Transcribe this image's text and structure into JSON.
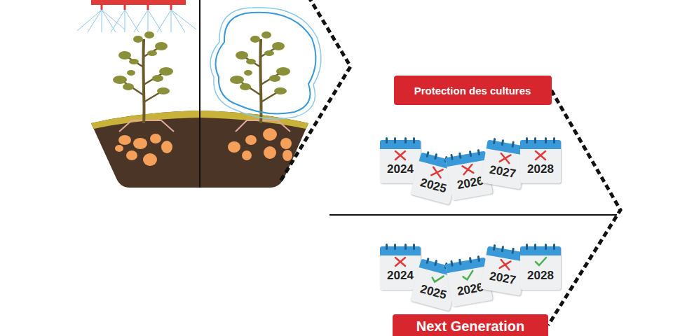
{
  "diagram": {
    "nodes": [
      {
        "text": [
          "Protection des cultures"
        ]
      },
      {
        "text": [
          "2024"
        ]
      },
      {
        "text": [
          "2025"
        ]
      },
      {
        "text": [
          "2026"
        ]
      },
      {
        "text": [
          "2027"
        ]
      },
      {
        "text": [
          "2028"
        ]
      },
      {
        "text": [
          "2024"
        ]
      },
      {
        "text": [
          "2025"
        ]
      },
      {
        "text": [
          "2026"
        ]
      },
      {
        "text": [
          "2027"
        ]
      },
      {
        "text": [
          "2028"
        ]
      },
      {
        "text": [
          "Next Generation"
        ]
      }
    ],
    "edges": [
      {
        "from": 0,
        "to": 11,
        "arrow": "none"
      }
    ]
  }
}
